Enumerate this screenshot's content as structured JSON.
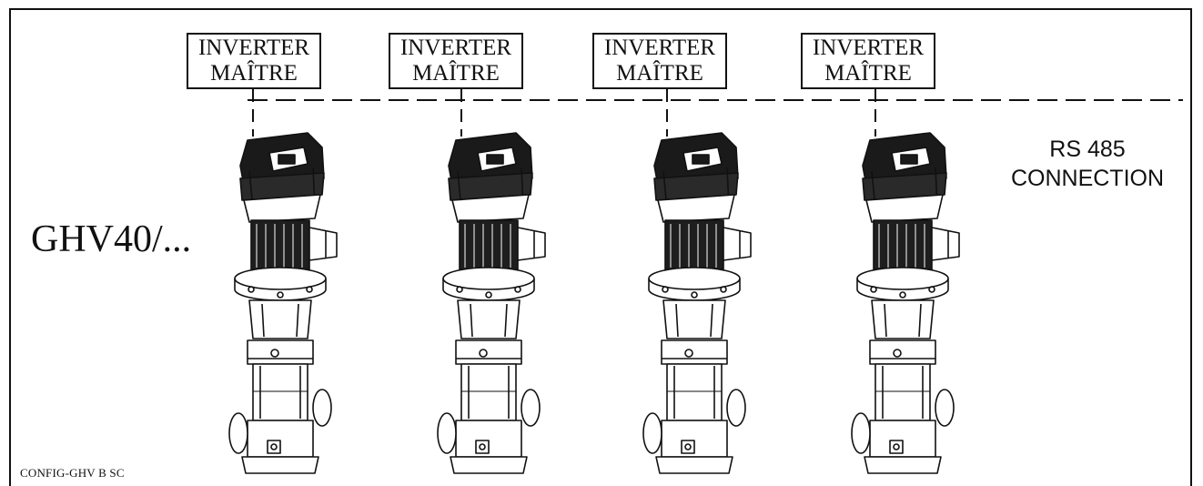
{
  "diagram": {
    "inverters": [
      {
        "line1": "INVERTER",
        "line2": "MAÎTRE"
      },
      {
        "line1": "INVERTER",
        "line2": "MAÎTRE"
      },
      {
        "line1": "INVERTER",
        "line2": "MAÎTRE"
      },
      {
        "line1": "INVERTER",
        "line2": "MAÎTRE"
      }
    ],
    "bus_label": {
      "line1": "RS 485",
      "line2": "CONNECTION"
    },
    "model_label": "GHV40/...",
    "drawing_code": "CONFIG-GHV B SC",
    "pump_count": 4,
    "line_color": "#111111"
  }
}
